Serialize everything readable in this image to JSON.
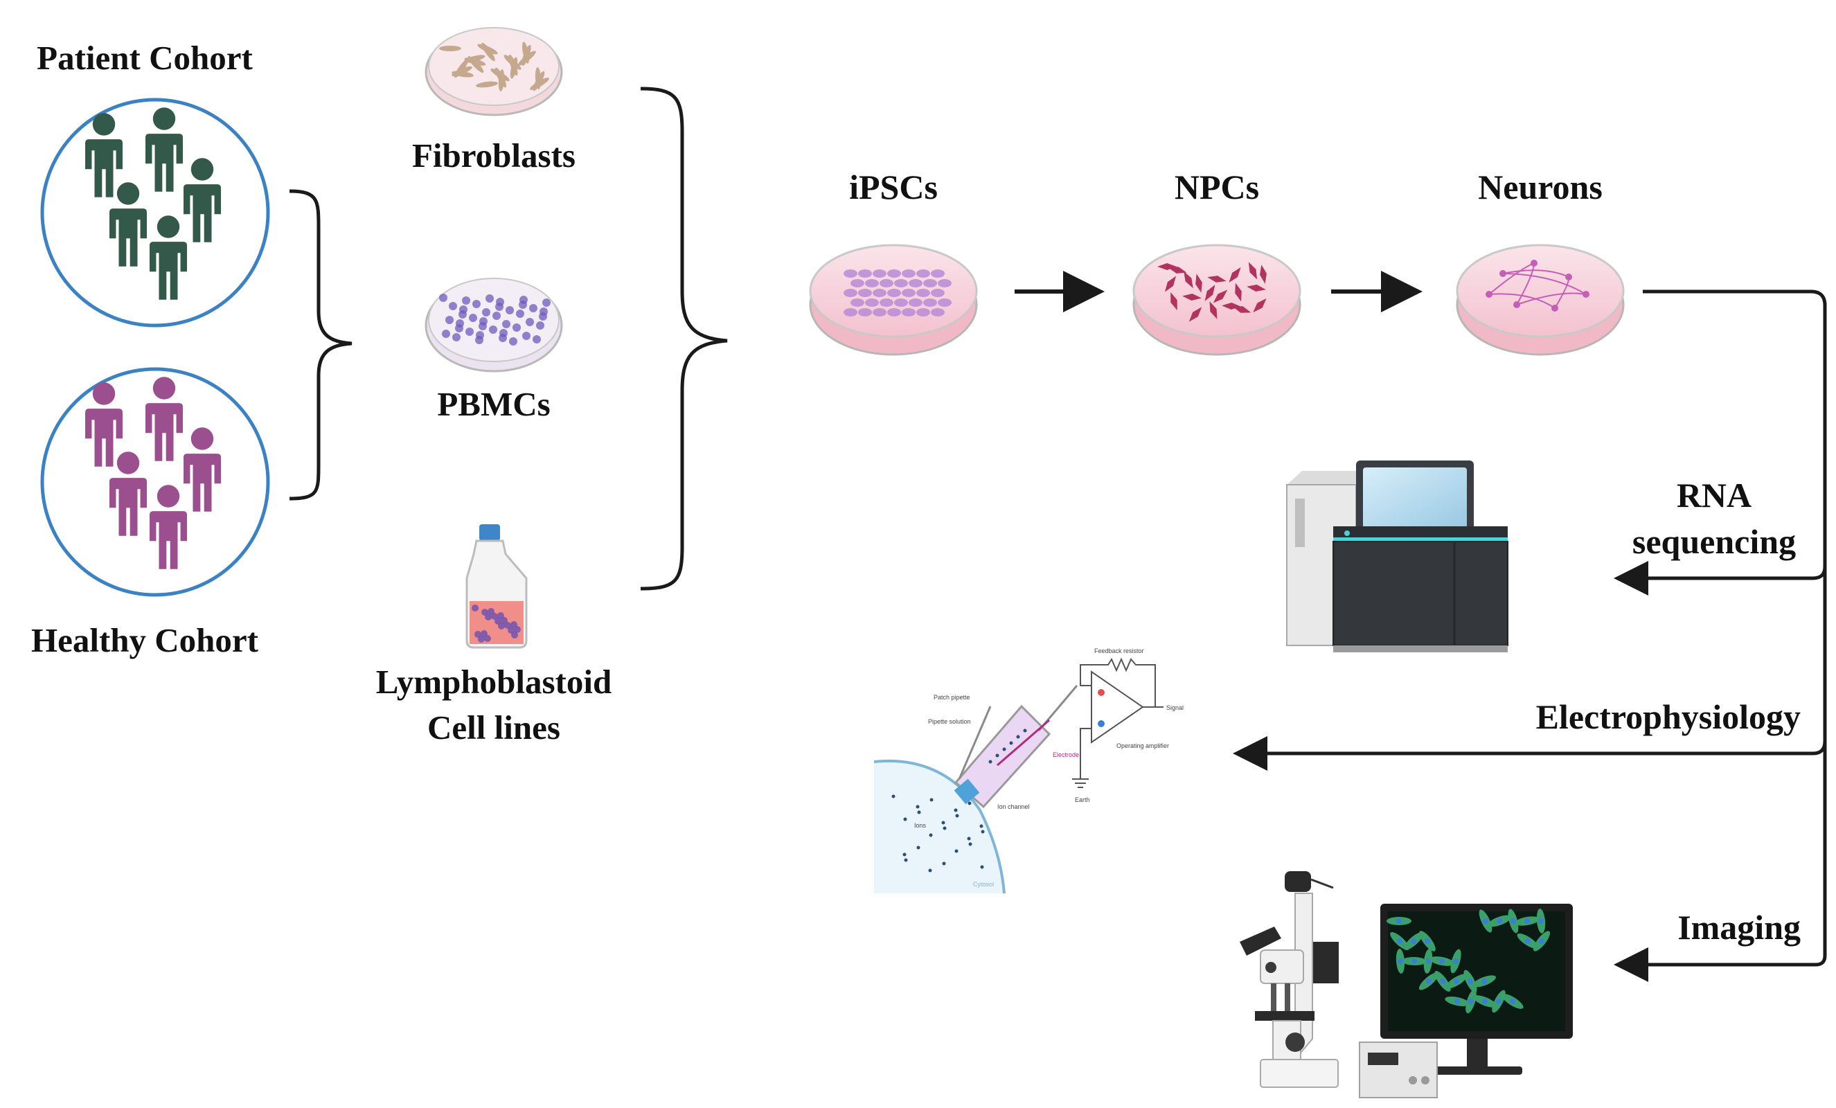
{
  "cohorts": {
    "patient": "Patient Cohort",
    "healthy": "Healthy Cohort"
  },
  "sources": {
    "fibroblasts": "Fibroblasts",
    "pbmcs": "PBMCs",
    "lcl_line1": "Lymphoblastoid",
    "lcl_line2": "Cell lines"
  },
  "stages": {
    "ipscs": "iPSCs",
    "npcs": "NPCs",
    "neurons": "Neurons"
  },
  "readouts": {
    "rna_line1": "RNA",
    "rna_line2": "sequencing",
    "electrophysiology": "Electrophysiology",
    "imaging": "Imaging"
  },
  "patch_clamp": {
    "feedback_resistor": "Feedback resistor",
    "signal": "Signal",
    "operating_amplifier": "Operating amplifier",
    "earth": "Earth",
    "electrode": "Electrode",
    "patch_pipette": "Patch pipette",
    "pipette_solution": "Pipette solution",
    "ion_channel": "Ion channel",
    "ions": "Ions",
    "cytosol": "Cytosol"
  },
  "colors": {
    "patient_figure": "#33594a",
    "healthy_figure": "#9c4f8f",
    "cohort_ring": "#3b82c4",
    "dish_pink": "#f7d3dc",
    "ipsc_cell": "#b78bd6",
    "npc_cell": "#b0345f",
    "neuron": "#c35fb6",
    "fibroblast": "#c4a98f",
    "pbmc": "#6f5bbd"
  }
}
